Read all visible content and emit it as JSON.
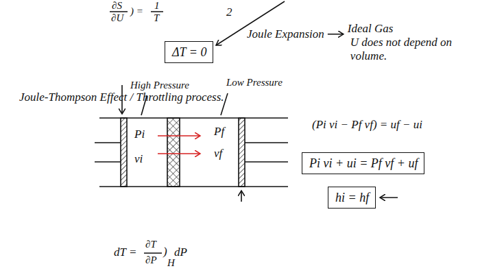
{
  "diagram": {
    "nodes": [
      {
        "text": [
          "ΔT = 0"
        ]
      },
      {
        "text": [
          "Pi vi + ui = Pf vf + uf"
        ]
      },
      {
        "text": [
          "hi = hf"
        ]
      }
    ],
    "labels": [
      "∂S",
      "∂U",
      ") =",
      "1",
      "T",
      "2",
      "Joule Expansion",
      "Ideal Gas",
      "U does not depend on volume.",
      "Joule-Thompson Effect / Throttling process.",
      "High Pressure",
      "Low Pressure",
      "Pi",
      "vi",
      "Pf",
      "vf",
      "(Pi vi − Pf vf) = uf − ui",
      "dT =",
      "∂T",
      "∂P",
      ")",
      "H",
      "dP"
    ]
  }
}
